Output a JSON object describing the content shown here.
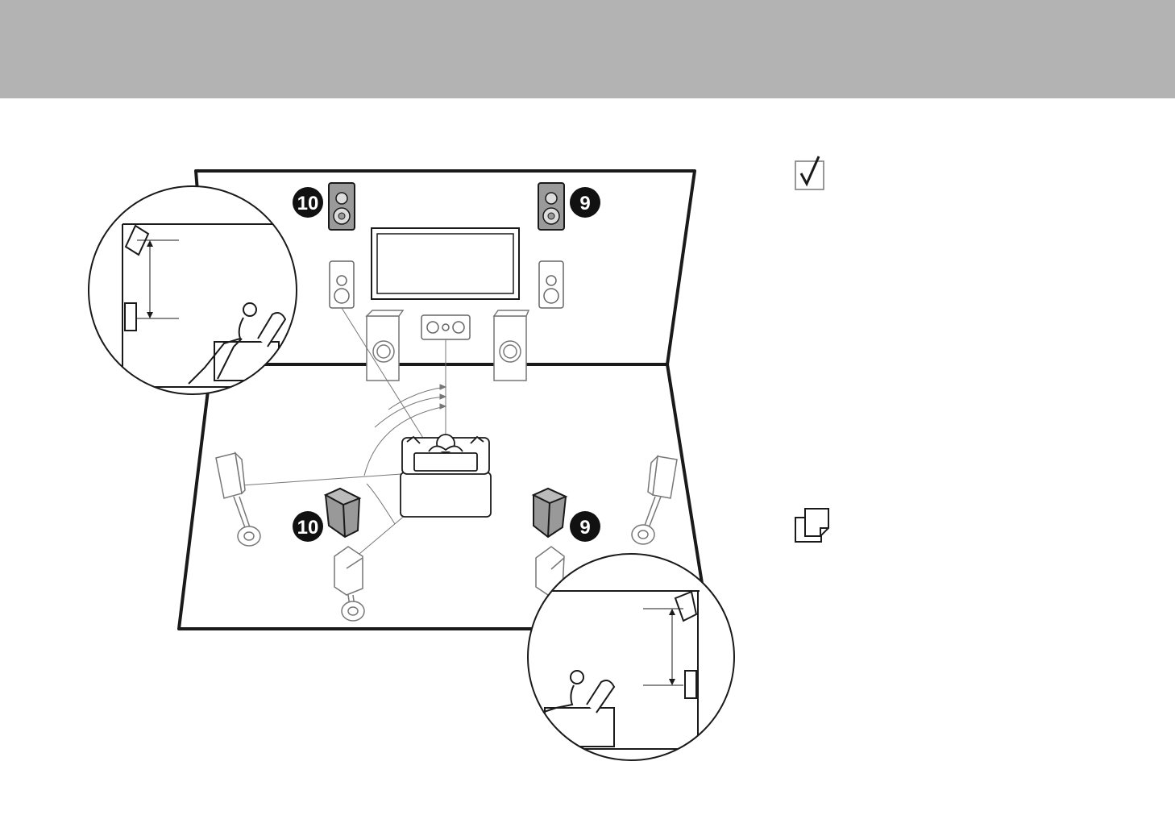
{
  "header": {
    "background": "#b3b3b3"
  },
  "speakers": {
    "front_high_right": {
      "label": "9",
      "icon": "speaker-icon"
    },
    "front_high_left": {
      "label": "10",
      "icon": "speaker-icon"
    },
    "surround_back_right": {
      "label": "9",
      "icon": "speaker-icon"
    },
    "surround_back_left": {
      "label": "10",
      "icon": "speaker-icon"
    }
  },
  "icons": {
    "check": "check-icon",
    "memo": "memo-icon"
  },
  "colors": {
    "header": "#b3b3b3",
    "line": "#1a1a1a",
    "speaker_fill": "#999999",
    "light_speaker": "#cccccc",
    "badge": "#111111"
  }
}
